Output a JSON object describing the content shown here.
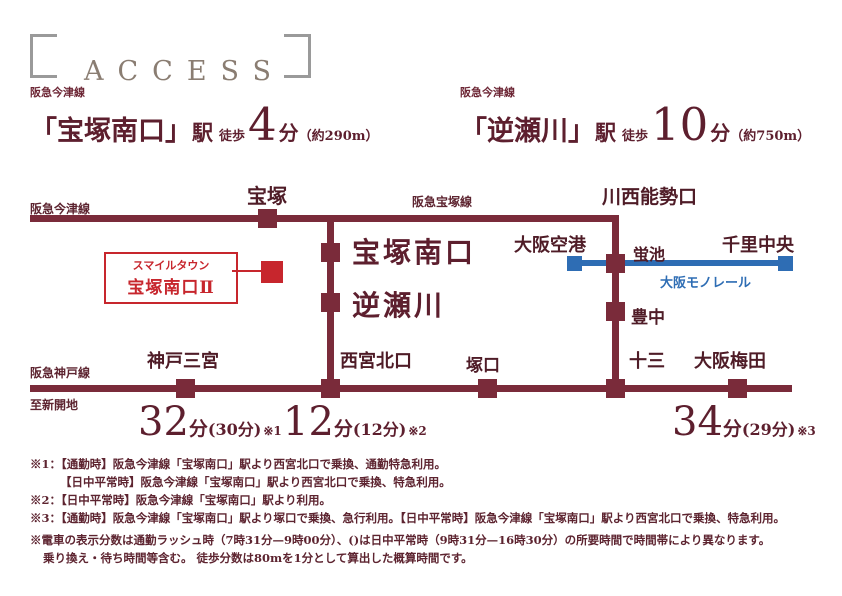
{
  "page": {
    "title": "ACCESS"
  },
  "colors": {
    "rail_line": "#7a2b3a",
    "text_maroon": "#5d2430",
    "accent_red": "#c7262d",
    "monorail_blue": "#2e6db4",
    "title_gray": "#8a7d72"
  },
  "summary": {
    "left": {
      "line": "阪急今津線",
      "station": "「宝塚南口」",
      "suffix": "駅",
      "walk": "徒歩",
      "min": "4",
      "unit": "分",
      "dist": "（約290m）"
    },
    "right": {
      "line": "阪急今津線",
      "station": "「逆瀬川」",
      "suffix": "駅",
      "walk": "徒歩",
      "min": "10",
      "unit": "分",
      "dist": "（約750m）"
    }
  },
  "map": {
    "lines": {
      "imazu": "阪急今津線",
      "takarazuka": "阪急宝塚線",
      "kobe": "阪急神戸線",
      "shinkaichi": "至新開地",
      "monorail": "大阪モノレール"
    },
    "stations": {
      "takarazuka": "宝塚",
      "kawanishi_noseguchi": "川西能勢口",
      "osaka_airport": "大阪空港",
      "hotarugaike": "蛍池",
      "senri_chuo": "千里中央",
      "toyonaka": "豊中",
      "takarazuka_minamiguchi": "宝塚南口",
      "sakasegawa": "逆瀬川",
      "kobe_sannomiya": "神戸三宮",
      "nishinomiya_kitaguchi": "西宮北口",
      "tsukaguchi": "塚口",
      "juso": "十三",
      "osaka_umeda": "大阪梅田"
    },
    "property": {
      "line1": "スマイルタウン",
      "line2": "宝塚南口Ⅱ"
    },
    "times": {
      "t1": {
        "min": "32",
        "unit": "分",
        "alt": "(30分)",
        "note": "※1"
      },
      "t2": {
        "min": "12",
        "unit": "分",
        "alt": "(12分)",
        "note": "※2"
      },
      "t3": {
        "min": "34",
        "unit": "分",
        "alt": "(29分)",
        "note": "※3"
      }
    }
  },
  "footnotes": [
    "※1：【通勤時】阪急今津線「宝塚南口」駅より西宮北口で乗換、通勤特急利用。",
    "【日中平常時】阪急今津線「宝塚南口」駅より西宮北口で乗換、特急利用。",
    "※2：【日中平常時】阪急今津線「宝塚南口」駅より利用。",
    "※3：【通勤時】阪急今津線「宝塚南口」駅より塚口で乗換、急行利用。【日中平常時】阪急今津線「宝塚南口」駅より西宮北口で乗換、特急利用。",
    "※電車の表示分数は通勤ラッシュ時（7時31分—9時00分）、()は日中平常時（9時31分—16時30分）の所要時間で時間帯により異なります。",
    "乗り換え・待ち時間等含む。 徒歩分数は80mを1分として算出した概算時間です。"
  ]
}
